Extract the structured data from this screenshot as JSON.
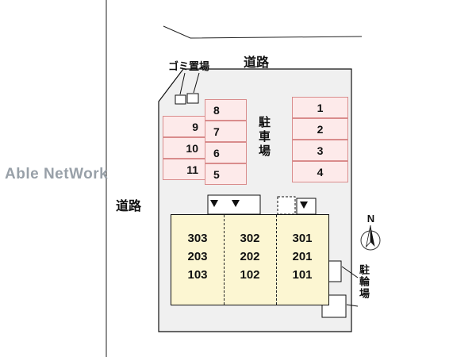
{
  "watermark": "Able NetWork",
  "labels": {
    "garbage": "ゴミ置場",
    "road_top": "道路",
    "road_left": "道路",
    "parking_lot": "駐車場",
    "bicycle_parking": "駐輪場",
    "north": "N"
  },
  "parking": {
    "left": [
      "9",
      "10",
      "11"
    ],
    "middle": [
      "8",
      "7",
      "6",
      "5"
    ],
    "right": [
      "1",
      "2",
      "3",
      "4"
    ]
  },
  "building": {
    "units": [
      {
        "rooms": [
          "303",
          "203",
          "103"
        ]
      },
      {
        "rooms": [
          "302",
          "202",
          "102"
        ]
      },
      {
        "rooms": [
          "301",
          "201",
          "101"
        ]
      }
    ]
  },
  "colors": {
    "site_fill": "#f0f0f0",
    "parking_fill": "#fdeaea",
    "parking_border": "#d98c8c",
    "building_fill": "#fcf6d2",
    "watermark": "#98a0a8"
  }
}
